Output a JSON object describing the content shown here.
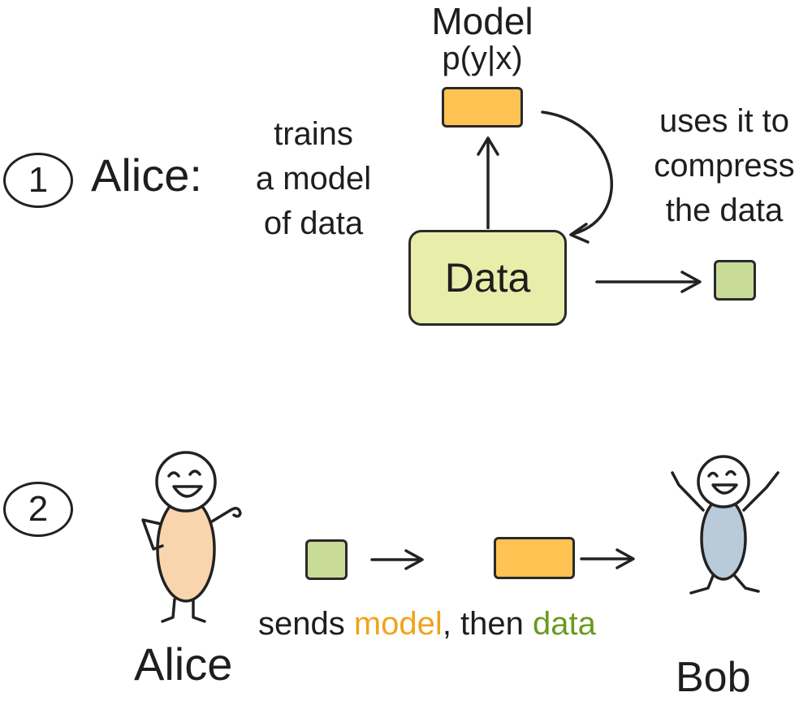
{
  "step1": {
    "number": "1",
    "actor_label": "Alice:",
    "model_title": "Model",
    "model_formula": "p(y|x)",
    "trains_text": [
      "trains",
      "a model",
      "of data"
    ],
    "uses_text": [
      "uses it to",
      "compress",
      "the data"
    ],
    "data_label": "Data"
  },
  "step2": {
    "number": "2",
    "sends_prefix": "sends ",
    "sends_model": "model",
    "sends_middle": ", then ",
    "sends_data": "data",
    "alice_label": "Alice",
    "bob_label": "Bob"
  },
  "colors": {
    "model_orange": "#ffc354",
    "data_green": "#c8dc98",
    "data_box_fill": "#e8eeaa",
    "alice_body": "#f9d5ae",
    "bob_body": "#b9cad8"
  }
}
